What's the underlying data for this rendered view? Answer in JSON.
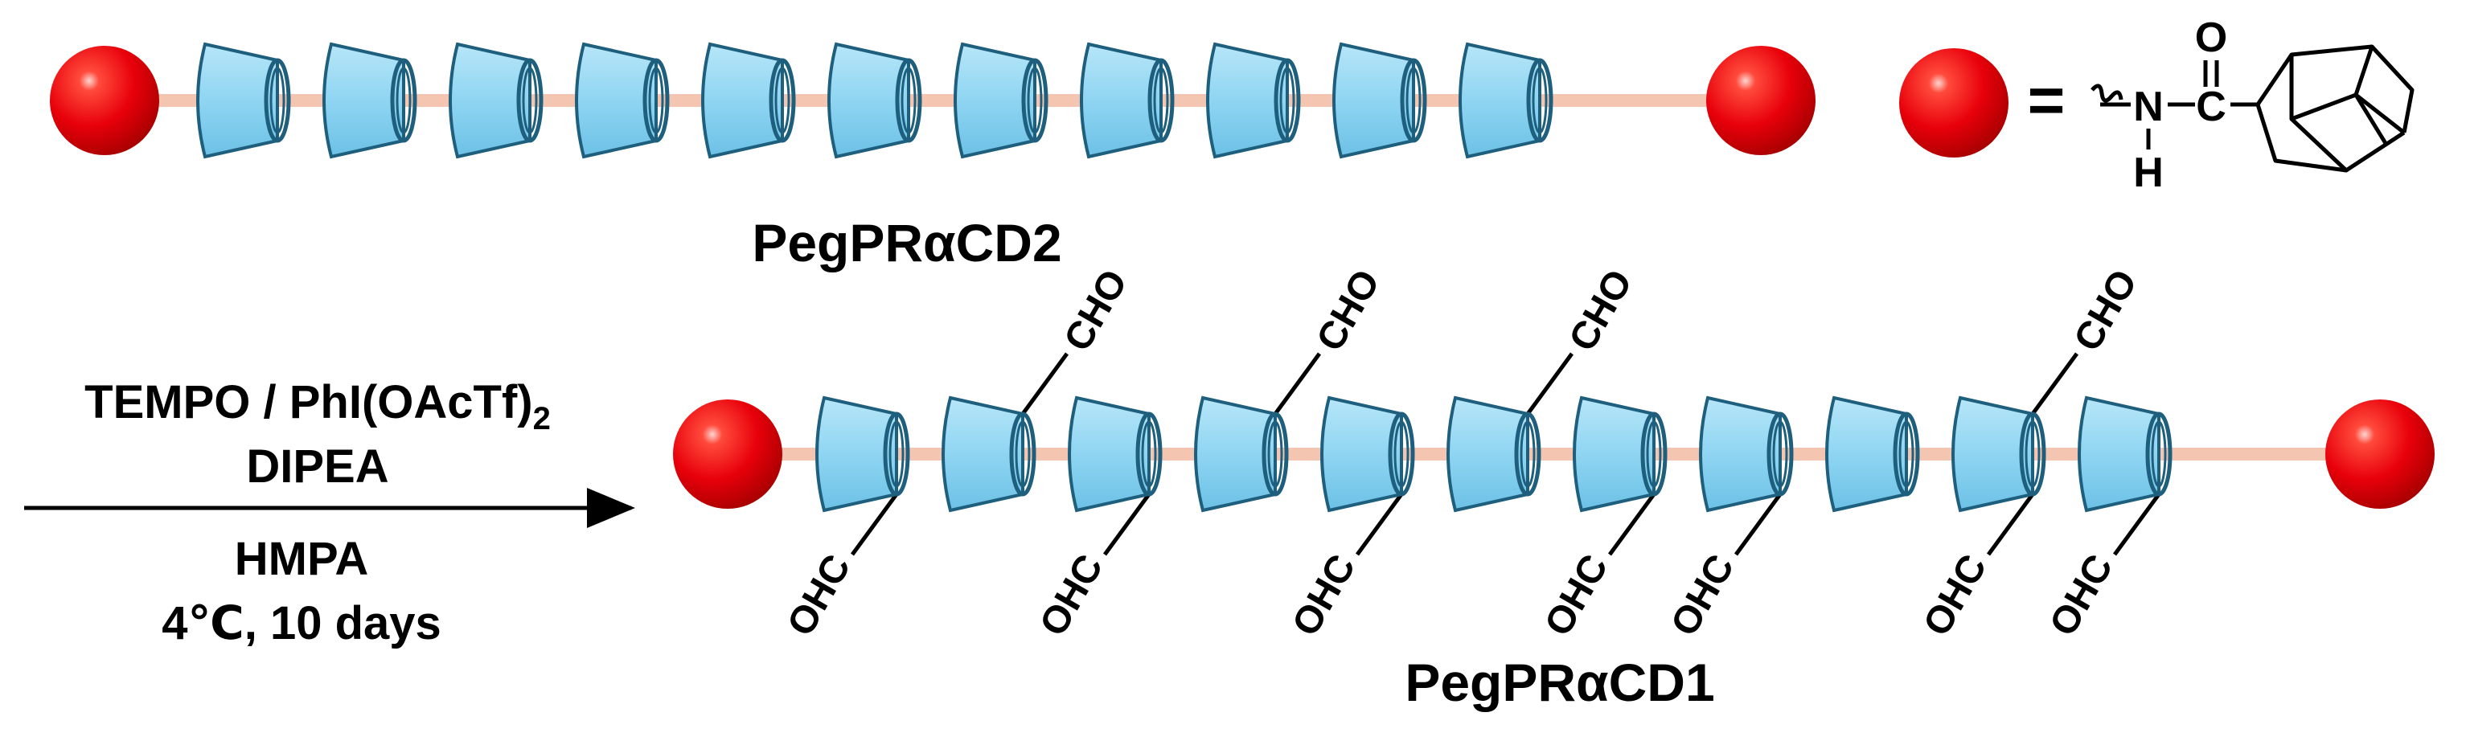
{
  "colors": {
    "stopper": "#e8000a",
    "ring_fill": "#8fd5f2",
    "ring_stroke": "#1f5f7e",
    "axle": "#f4c6b2"
  },
  "legend": {
    "equals": "=",
    "chem": {
      "n_label": "N",
      "h_label": "H",
      "o_label": "O",
      "c_label": "C"
    }
  },
  "top_rotaxane": {
    "label": "PegPRαCD2",
    "ring_count": 11
  },
  "bottom_rotaxane": {
    "label": "PegPRαCD1",
    "ring_count": 11,
    "substituent_up": "CHO",
    "substituent_down": "OHC",
    "groups": [
      {
        "ring": 0,
        "side": "down"
      },
      {
        "ring": 1,
        "side": "up"
      },
      {
        "ring": 2,
        "side": "down"
      },
      {
        "ring": 3,
        "side": "up"
      },
      {
        "ring": 4,
        "side": "down"
      },
      {
        "ring": 5,
        "side": "up"
      },
      {
        "ring": 6,
        "side": "down"
      },
      {
        "ring": 7,
        "side": "down"
      },
      {
        "ring": 9,
        "side": "down"
      },
      {
        "ring": 9,
        "side": "up"
      },
      {
        "ring": 10,
        "side": "down"
      }
    ]
  },
  "reaction": {
    "reagent_line1": "TEMPO / PhI(OAcTf)",
    "reagent_line1_sub": "2",
    "reagent_line2": "DIPEA",
    "solvent": "HMPA",
    "conditions": "4℃, 10 days"
  }
}
